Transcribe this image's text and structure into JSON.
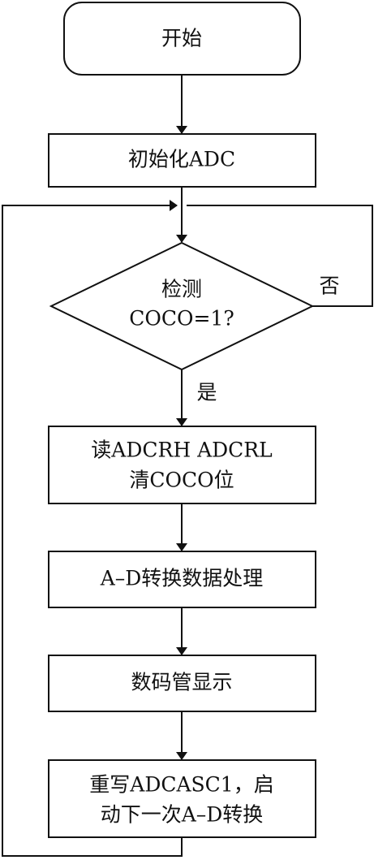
{
  "nodes": {
    "start": "开始",
    "init": "初始化ADC",
    "check_line1": "检测",
    "check_line2": "COCO=1?",
    "read_line1": "读ADCRH ADCRL",
    "read_line2": "清COCO位",
    "process": "A–D转换数据处理",
    "display": "数码管显示",
    "restart_line1": "重写ADCASC1，启",
    "restart_line2": "动下一次A–D转换"
  },
  "edges": {
    "yes": "是",
    "no": "否"
  }
}
